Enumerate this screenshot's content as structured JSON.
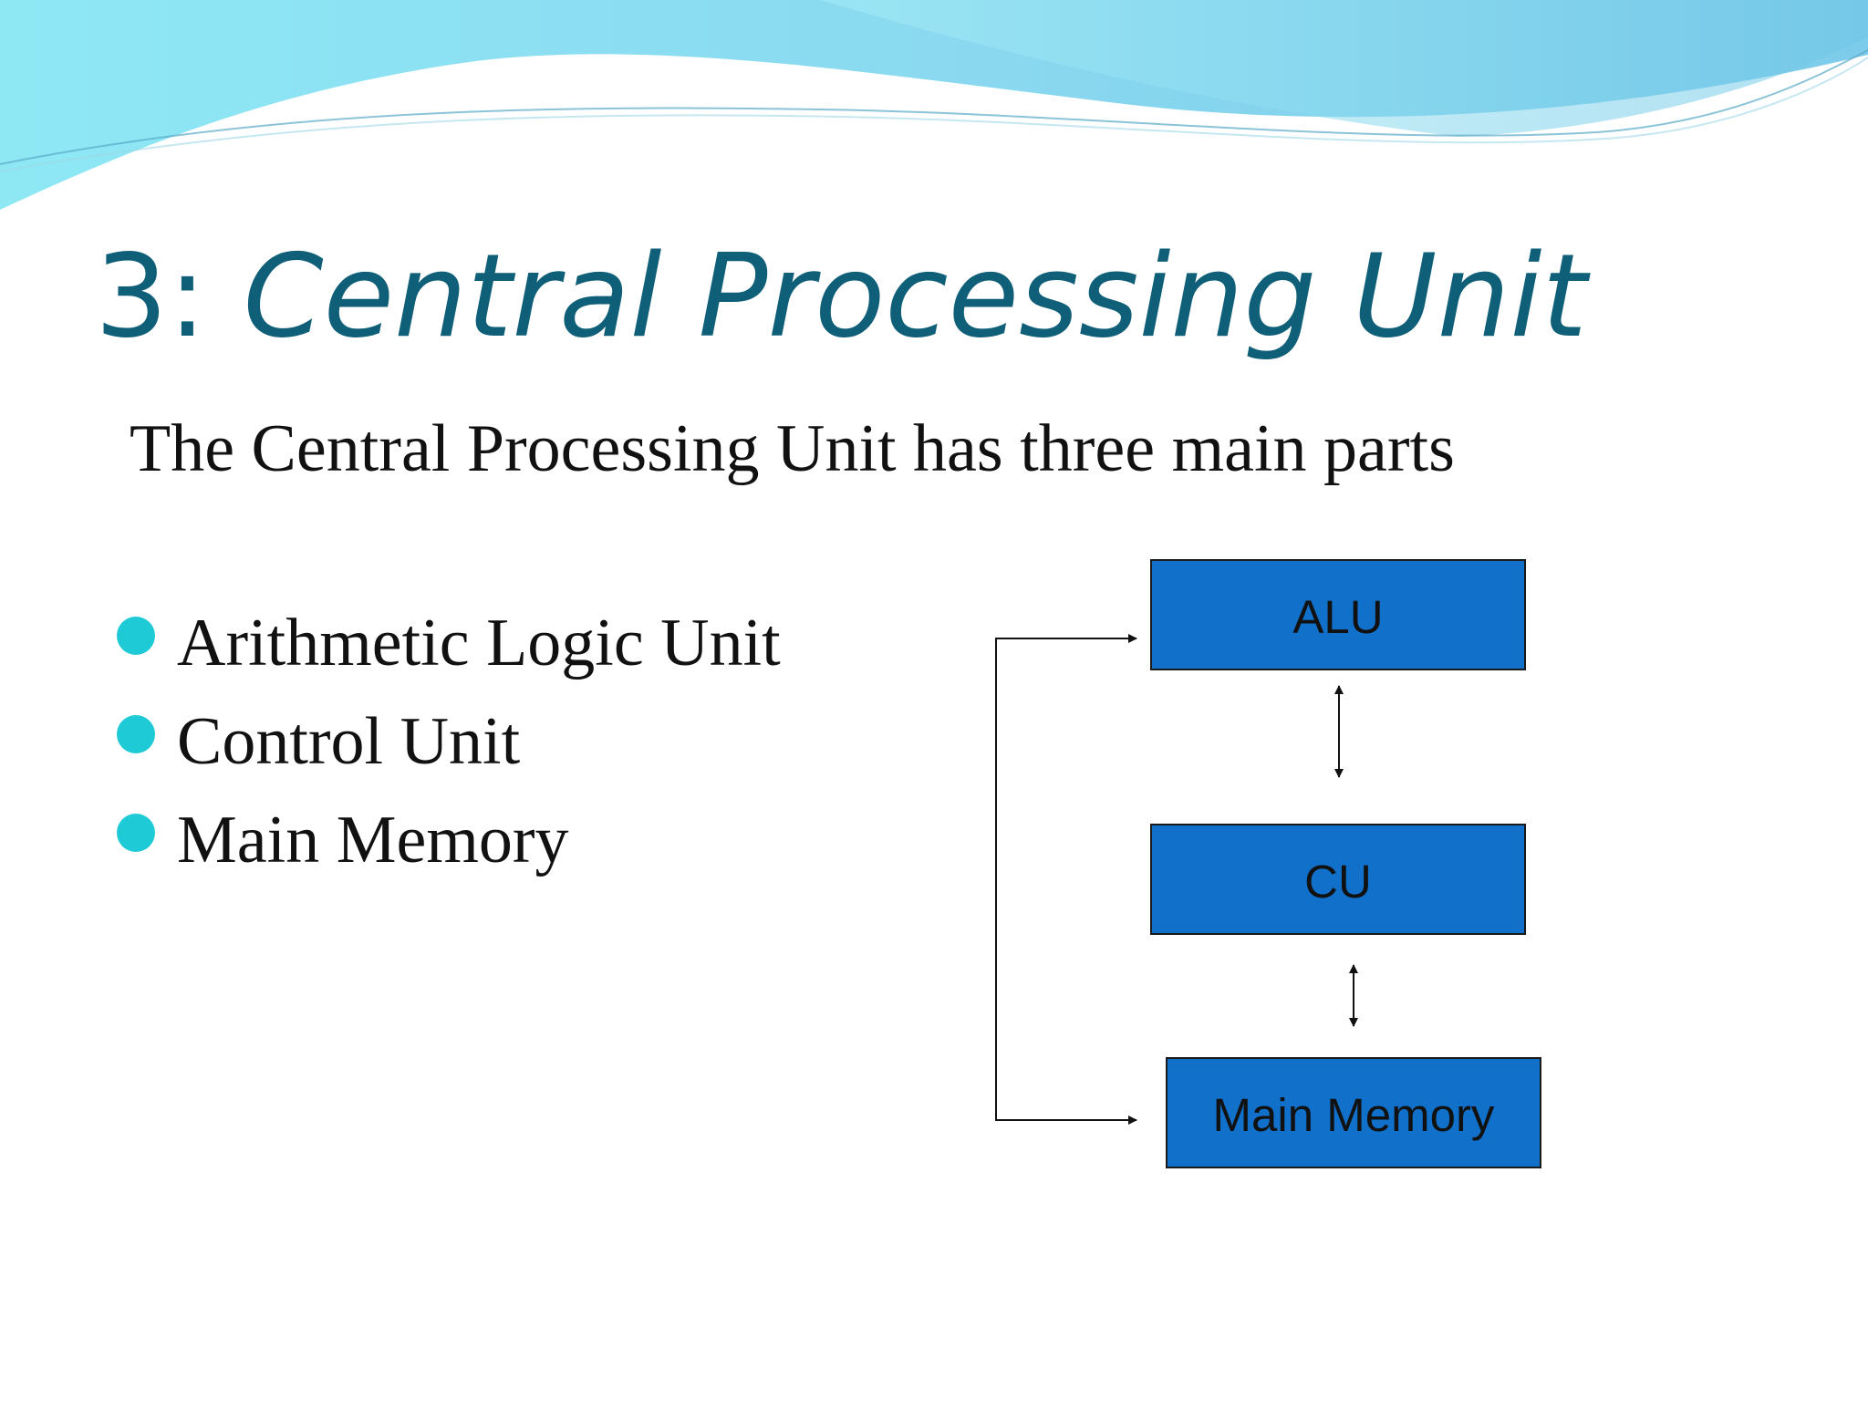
{
  "slide": {
    "title_prefix": "3: ",
    "title_emphasis": "Central Processing Unit",
    "subtitle": "The Central Processing Unit has three main parts",
    "bullets": [
      "Arithmetic Logic Unit",
      "Control Unit",
      "Main Memory"
    ],
    "accent_color": "#1ecad6",
    "title_color": "#0f5f78"
  },
  "diagram": {
    "box_color": "#1170c9",
    "boxes": {
      "alu": "ALU",
      "cu": "CU",
      "memory": "Main Memory"
    }
  }
}
